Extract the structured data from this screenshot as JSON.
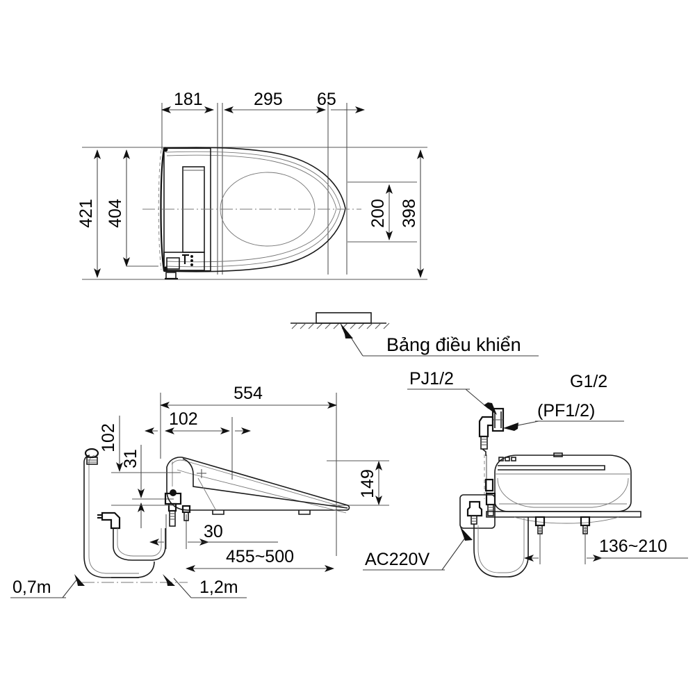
{
  "document": {
    "type": "technical-drawing",
    "subject": "Electronic bidet toilet seat installation dimensions",
    "units": "mm",
    "background_color": "#ffffff",
    "line_color": "#1a1a1a"
  },
  "views": {
    "top": {
      "name": "Top view",
      "dimensions": {
        "d181": "181",
        "d295": "295",
        "d65": "65",
        "d421": "421",
        "d404": "404",
        "d200": "200",
        "d398": "398"
      }
    },
    "detail": {
      "name": "Control panel detail",
      "label": "Bảng điều khiển"
    },
    "side": {
      "name": "Side view",
      "dimensions": {
        "d554": "554",
        "d102_v": "102",
        "d102_h": "102",
        "d31": "31",
        "d30": "30",
        "d149": "149",
        "d455_500": "455~500",
        "cord_power": "0,7m",
        "cord_water": "1,2m"
      }
    },
    "rear": {
      "name": "Rear view with connections",
      "labels": {
        "water_inlet": "PJ1/2",
        "thread_g": "G1/2",
        "thread_pf": "(PF1/2)",
        "power": "AC220V"
      },
      "dimensions": {
        "d136_210": "136~210"
      }
    }
  },
  "text_items": [
    {
      "id": "t181",
      "value": "181"
    },
    {
      "id": "t295",
      "value": "295"
    },
    {
      "id": "t65",
      "value": "65"
    },
    {
      "id": "t421",
      "value": "421"
    },
    {
      "id": "t404",
      "value": "404"
    },
    {
      "id": "t200",
      "value": "200"
    },
    {
      "id": "t398",
      "value": "398"
    },
    {
      "id": "tpanel",
      "value": "Bảng điều khiển"
    },
    {
      "id": "t554",
      "value": "554"
    },
    {
      "id": "t102v",
      "value": "102"
    },
    {
      "id": "t102h",
      "value": "102"
    },
    {
      "id": "t31",
      "value": "31"
    },
    {
      "id": "t30",
      "value": "30"
    },
    {
      "id": "t149",
      "value": "149"
    },
    {
      "id": "t455500",
      "value": "455~500"
    },
    {
      "id": "t07m",
      "value": "0,7m"
    },
    {
      "id": "t12m",
      "value": "1,2m"
    },
    {
      "id": "tpj",
      "value": "PJ1/2"
    },
    {
      "id": "tg12",
      "value": "G1/2"
    },
    {
      "id": "tpf12",
      "value": "(PF1/2)"
    },
    {
      "id": "tac",
      "value": "AC220V"
    },
    {
      "id": "t136210",
      "value": "136~210"
    }
  ]
}
